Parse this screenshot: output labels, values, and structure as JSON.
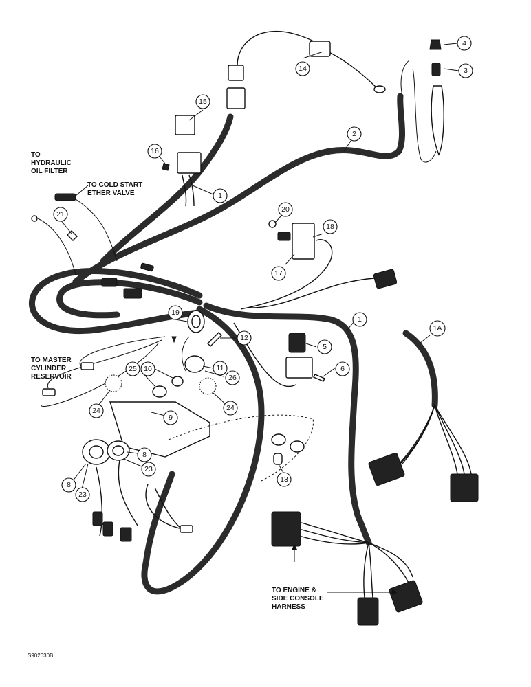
{
  "labels": {
    "hydraulic_filter": [
      "TO",
      "HYDRAULIC",
      "OIL FILTER"
    ],
    "cold_start": [
      "TO COLD START",
      "ETHER VALVE"
    ],
    "master_cylinder": [
      "TO MASTER",
      "CYLINDER",
      "RESERVOIR"
    ],
    "engine_harness": [
      "TO ENGINE &",
      "SIDE CONSOLE",
      "HARNESS"
    ]
  },
  "figure_code": "S902630B",
  "callouts": [
    "1",
    "1",
    "1A",
    "2",
    "3",
    "4",
    "5",
    "6",
    "8",
    "8",
    "9",
    "10",
    "11",
    "12",
    "13",
    "14",
    "15",
    "16",
    "17",
    "18",
    "19",
    "20",
    "21",
    "23",
    "23",
    "24",
    "24",
    "25",
    "26"
  ]
}
